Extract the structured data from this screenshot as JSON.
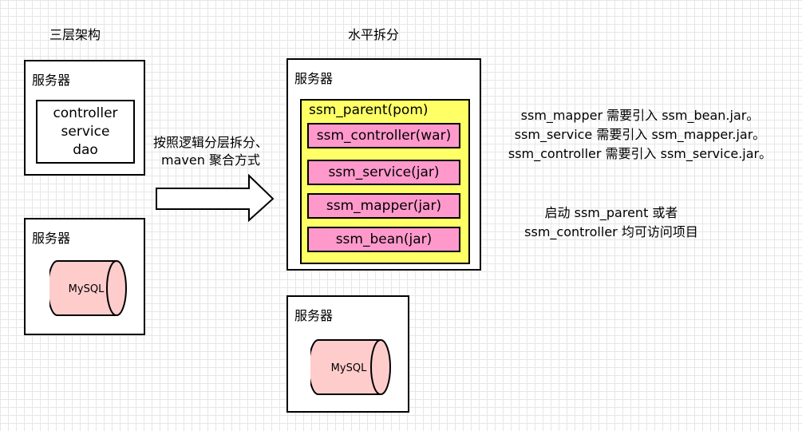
{
  "left": {
    "title": "三层架构",
    "app_server": {
      "label": "服务器",
      "layers": [
        "controller",
        "service",
        "dao"
      ]
    },
    "db_server": {
      "label": "服务器",
      "db": "MySQL"
    }
  },
  "arrow": {
    "line1": "按照逻辑分层拆分、",
    "line2": "maven 聚合方式"
  },
  "right": {
    "title": "水平拆分",
    "app_server": {
      "label": "服务器",
      "parent": "ssm_parent(pom)",
      "modules": [
        "ssm_controller(war)",
        "ssm_service(jar)",
        "ssm_mapper(jar)",
        "ssm_bean(jar)"
      ]
    },
    "db_server": {
      "label": "服务器",
      "db": "MySQL"
    }
  },
  "notes": {
    "deps": [
      "ssm_mapper 需要引入 ssm_bean.jar。",
      "ssm_service 需要引入 ssm_mapper.jar。",
      "ssm_controller 需要引入 ssm_service.jar。"
    ],
    "start": [
      "启动 ssm_parent 或者",
      "ssm_controller 均可访问项目"
    ]
  },
  "colors": {
    "yellow": "#ffff66",
    "pink": "#ff99cc",
    "db_fill": "#ffcccc"
  }
}
